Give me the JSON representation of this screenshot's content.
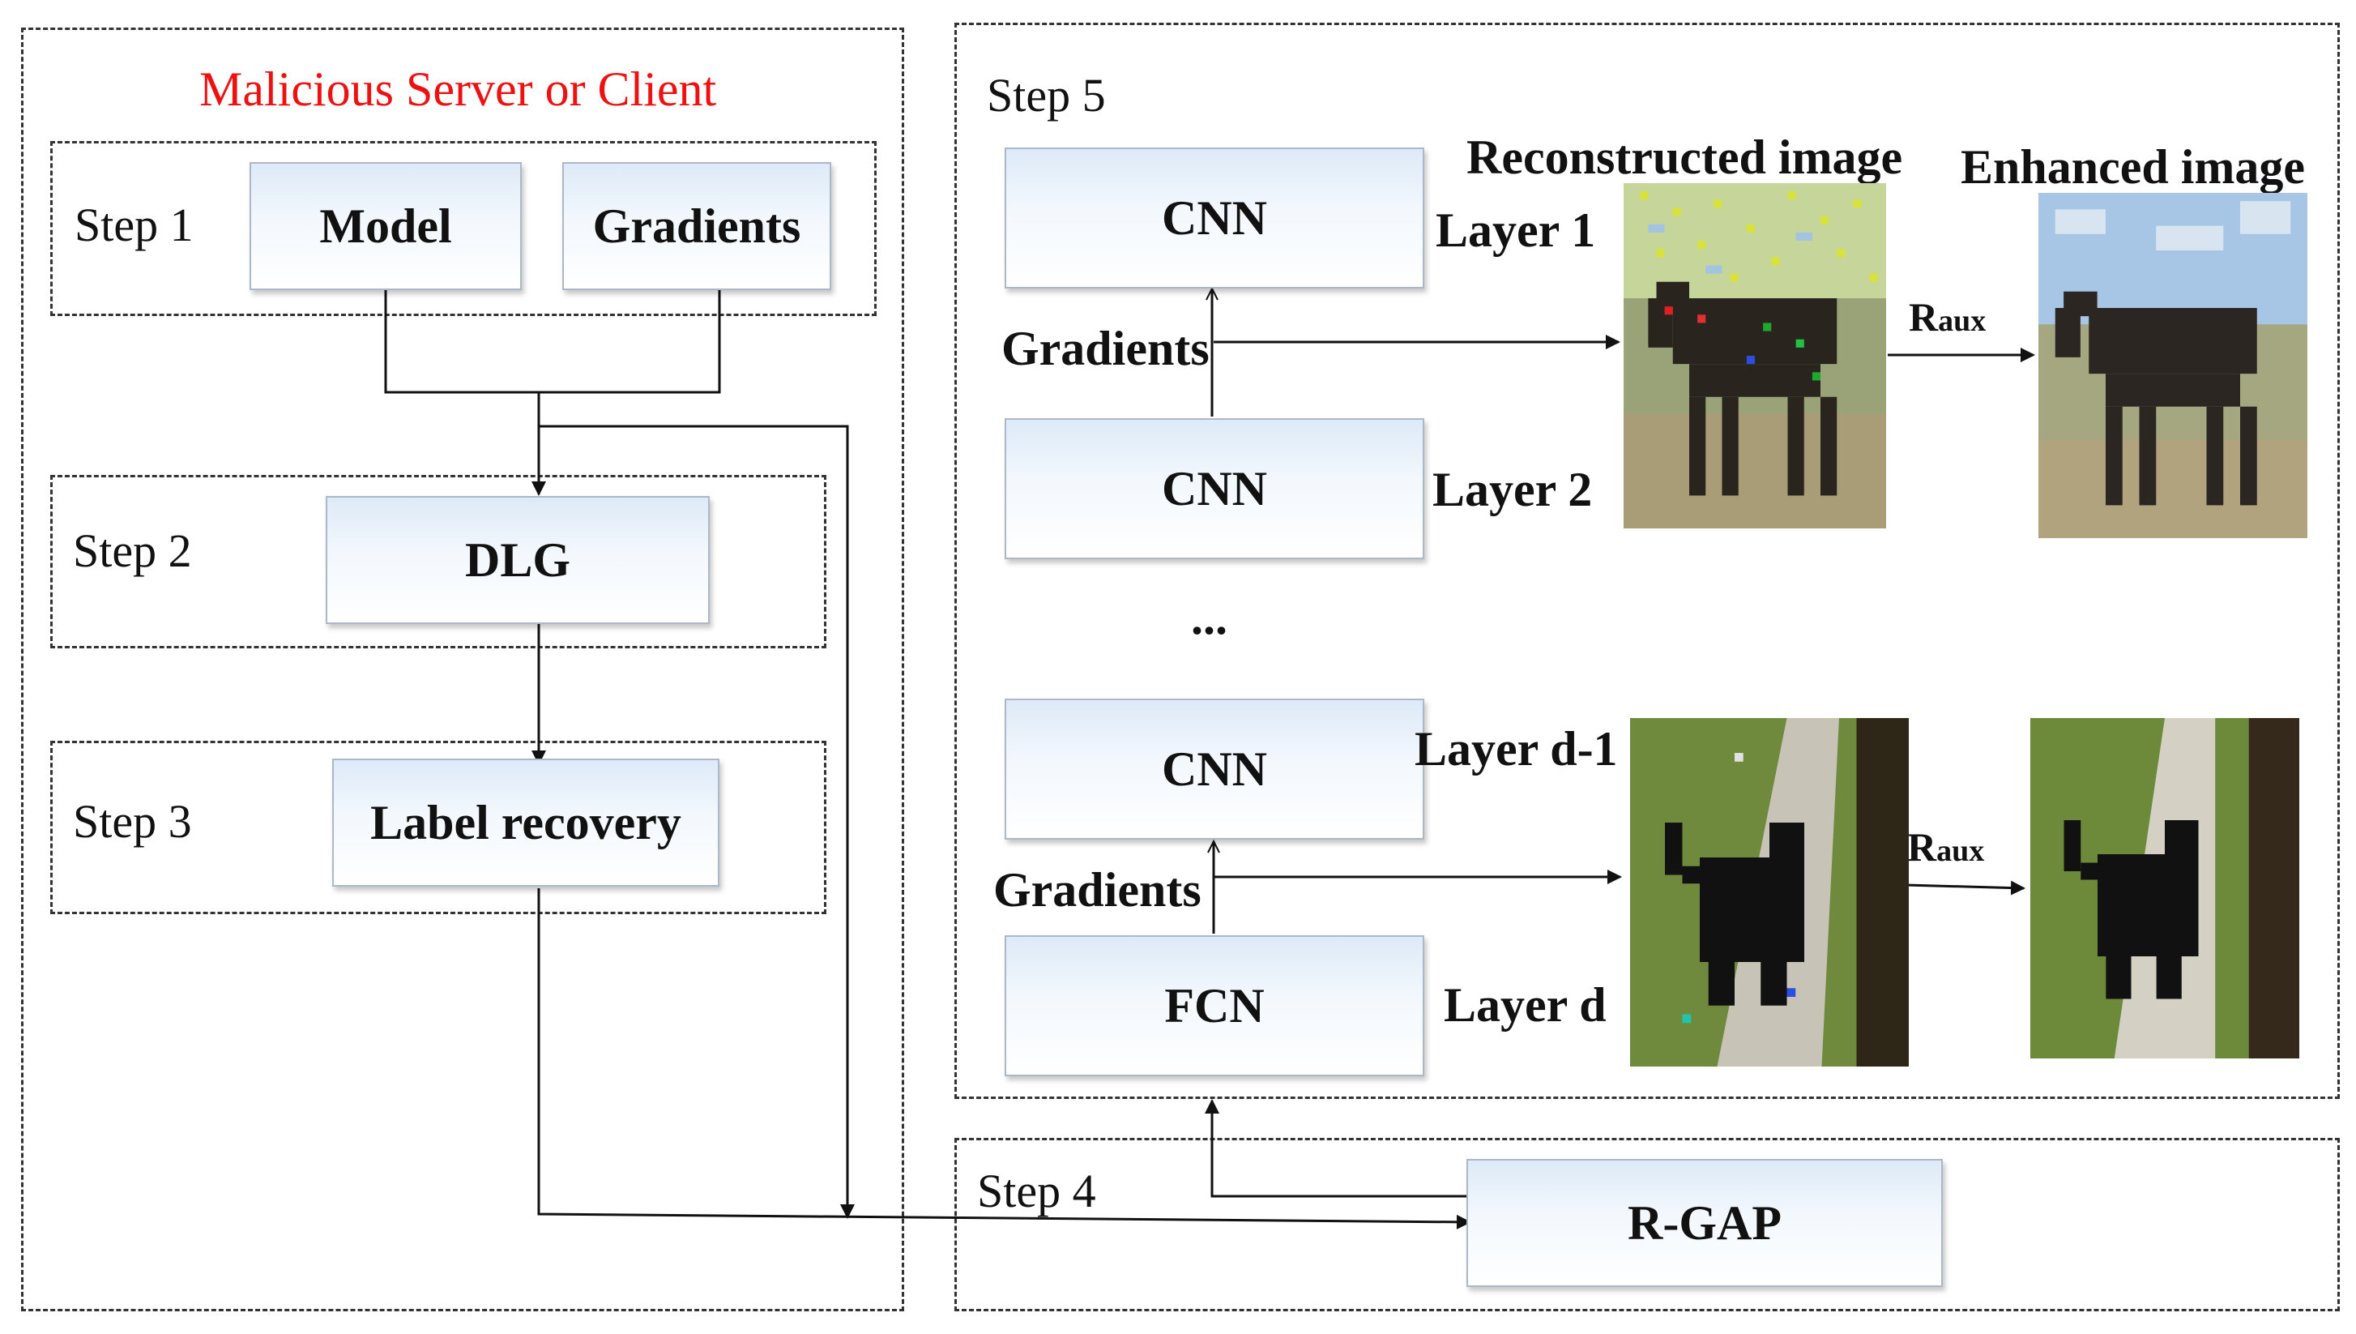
{
  "left_panel": {
    "title": "Malicious Server or Client",
    "step1": {
      "label": "Step 1",
      "model": "Model",
      "gradients": "Gradients"
    },
    "step2": {
      "label": "Step 2",
      "node": "DLG"
    },
    "step3": {
      "label": "Step 3",
      "node": "Label recovery"
    }
  },
  "right_panel": {
    "step5": {
      "label": "Step 5",
      "reconstructed_title": "Reconstructed image",
      "enhanced_title": "Enhanced image",
      "cnn1": "CNN",
      "cnn2": "CNN",
      "cnn3": "CNN",
      "fcn": "FCN",
      "layer1": "Layer 1",
      "layer2": "Layer 2",
      "layer_d1": "Layer d-1",
      "layer_d": "Layer d",
      "ellipsis": "...",
      "gradients_top": "Gradients",
      "gradients_bottom": "Gradients",
      "raux_top": {
        "main": "R",
        "sub": "aux"
      },
      "raux_bottom": {
        "main": "R",
        "sub": "aux"
      }
    },
    "step4": {
      "label": "Step 4",
      "node": "R-GAP"
    }
  },
  "colors": {
    "title_red": "#e11111",
    "node_top": "#ddeaf7",
    "node_border": "#aab8c8"
  }
}
